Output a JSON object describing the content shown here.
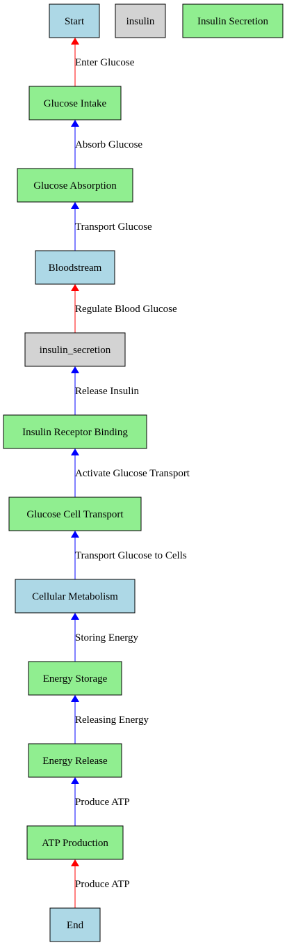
{
  "legend": [
    {
      "label": "Start",
      "fill": "#add8e6"
    },
    {
      "label": "insulin",
      "fill": "#d3d3d3"
    },
    {
      "label": "Insulin Secretion",
      "fill": "#90ee90"
    }
  ],
  "nodes": [
    {
      "id": "glucose_intake",
      "label": "Glucose Intake",
      "fill": "#90ee90"
    },
    {
      "id": "glucose_absorption",
      "label": "Glucose Absorption",
      "fill": "#90ee90"
    },
    {
      "id": "bloodstream",
      "label": "Bloodstream",
      "fill": "#add8e6"
    },
    {
      "id": "insulin_secretion",
      "label": "insulin_secretion",
      "fill": "#d3d3d3"
    },
    {
      "id": "insulin_receptor_binding",
      "label": "Insulin Receptor Binding",
      "fill": "#90ee90"
    },
    {
      "id": "glucose_cell_transport",
      "label": "Glucose Cell Transport",
      "fill": "#90ee90"
    },
    {
      "id": "cellular_metabolism",
      "label": "Cellular Metabolism",
      "fill": "#add8e6"
    },
    {
      "id": "energy_storage",
      "label": "Energy Storage",
      "fill": "#90ee90"
    },
    {
      "id": "energy_release",
      "label": "Energy Release",
      "fill": "#90ee90"
    },
    {
      "id": "atp_production",
      "label": "ATP Production",
      "fill": "#90ee90"
    },
    {
      "id": "end",
      "label": "End",
      "fill": "#add8e6"
    }
  ],
  "edges": [
    {
      "from": "glucose_intake",
      "to": "start",
      "label": "Enter Glucose",
      "color": "#ff0000"
    },
    {
      "from": "glucose_absorption",
      "to": "glucose_intake",
      "label": "Absorb Glucose",
      "color": "#0000ff"
    },
    {
      "from": "bloodstream",
      "to": "glucose_absorption",
      "label": "Transport Glucose",
      "color": "#0000ff"
    },
    {
      "from": "insulin_secretion",
      "to": "bloodstream",
      "label": "Regulate Blood Glucose",
      "color": "#ff0000"
    },
    {
      "from": "insulin_receptor_binding",
      "to": "insulin_secretion",
      "label": "Release Insulin",
      "color": "#0000ff"
    },
    {
      "from": "glucose_cell_transport",
      "to": "insulin_receptor_binding",
      "label": "Activate Glucose Transport",
      "color": "#0000ff"
    },
    {
      "from": "cellular_metabolism",
      "to": "glucose_cell_transport",
      "label": "Transport Glucose to Cells",
      "color": "#0000ff"
    },
    {
      "from": "energy_storage",
      "to": "cellular_metabolism",
      "label": "Storing Energy",
      "color": "#0000ff"
    },
    {
      "from": "energy_release",
      "to": "energy_storage",
      "label": "Releasing Energy",
      "color": "#0000ff"
    },
    {
      "from": "atp_production",
      "to": "energy_release",
      "label": "Produce ATP",
      "color": "#0000ff"
    },
    {
      "from": "end",
      "to": "atp_production",
      "label": "Produce ATP",
      "color": "#ff0000"
    }
  ]
}
